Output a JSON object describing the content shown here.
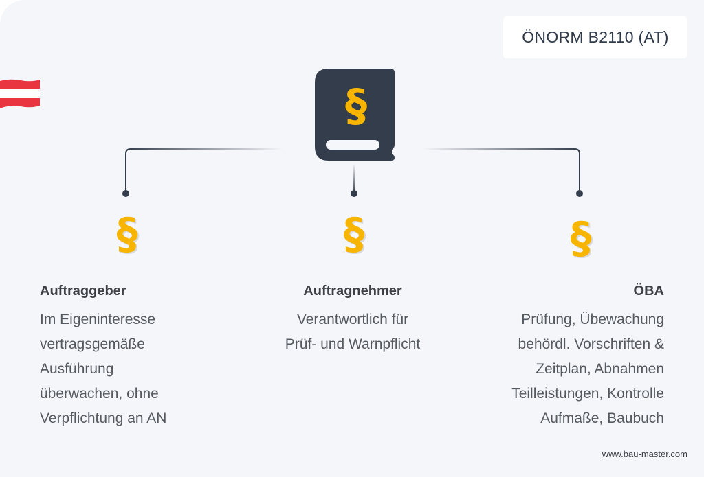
{
  "badge": {
    "label": "ÖNORM B2110 (AT)"
  },
  "flag": {
    "country": "Austria",
    "colors": [
      "#e8353f",
      "#ffffff",
      "#e8353f"
    ]
  },
  "center_icon": {
    "name": "law-book-icon",
    "glyph": "§",
    "book_color": "#333d4c",
    "glyph_color": "#f7b500"
  },
  "colors": {
    "background": "#f5f6fa",
    "connector": "#333d4c",
    "paragraph_symbol": "#f7b500",
    "title_text": "#3d4146",
    "body_text": "#555a60"
  },
  "roles": [
    {
      "title": "Auftraggeber",
      "icon": "paragraph-icon",
      "lines": [
        "Im Eigeninteresse",
        "vertragsgemäße",
        "Ausführung",
        "überwachen, ohne",
        "Verpflichtung an AN"
      ]
    },
    {
      "title": "Auftragnehmer",
      "icon": "paragraph-icon",
      "lines": [
        "Verantwortlich für",
        "Prüf- und Warnpflicht"
      ]
    },
    {
      "title": "ÖBA",
      "icon": "paragraph-icon",
      "lines": [
        "Prüfung, Übewachung",
        "behördl. Vorschriften &",
        "Zeitplan, Abnahmen",
        "Teilleistungen, Kontrolle",
        "Aufmaße, Baubuch"
      ]
    }
  ],
  "footer": {
    "website": "www.bau-master.com"
  }
}
